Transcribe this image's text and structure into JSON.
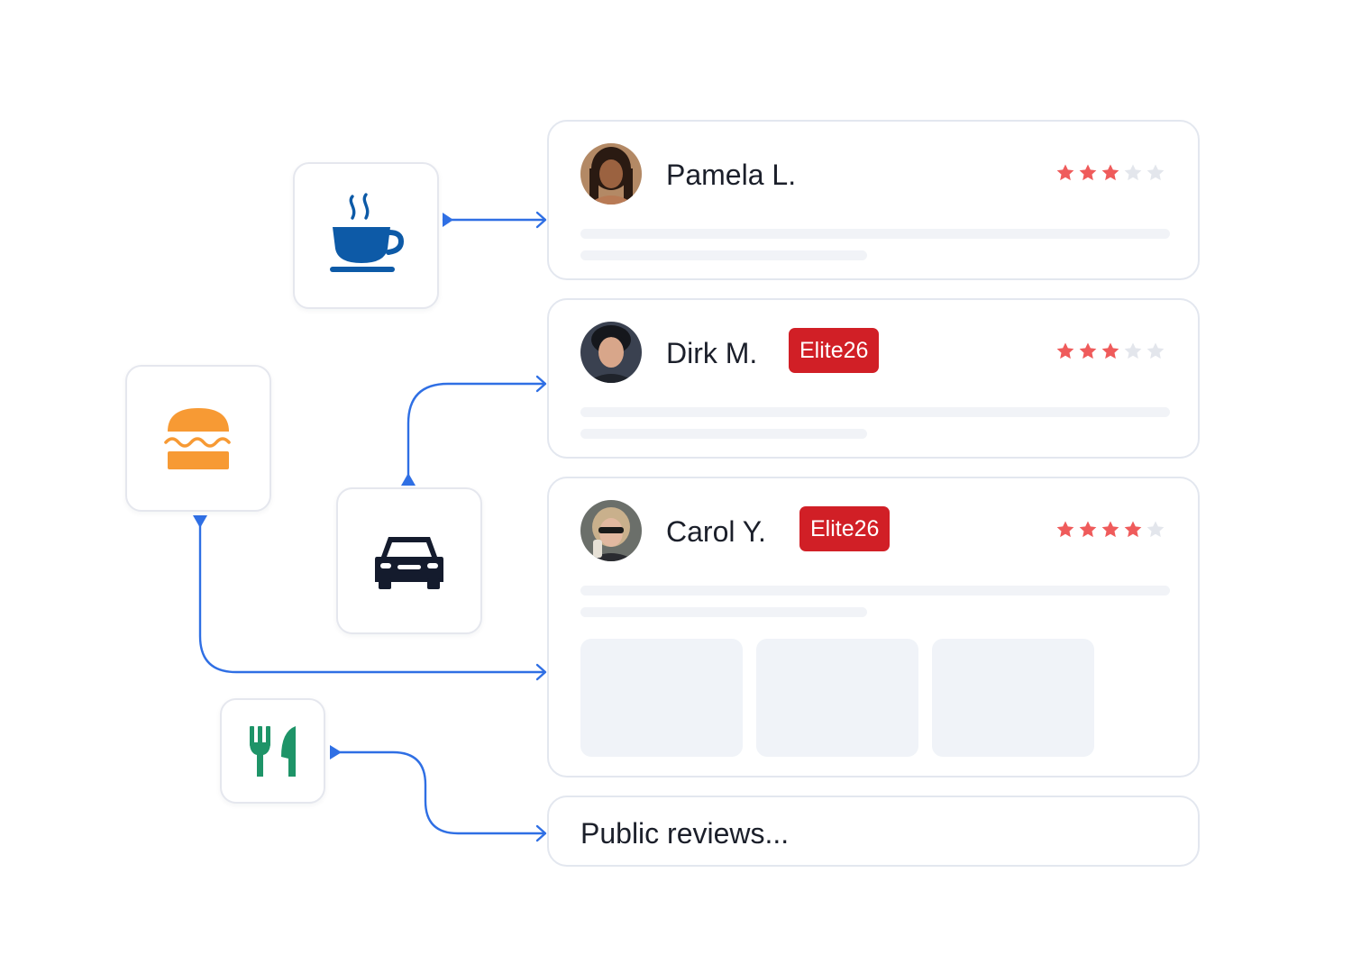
{
  "colors": {
    "connector": "#2f6fe4",
    "badge": "#d11f26",
    "star_filled": "#ef5b5b",
    "star_empty": "#e3e6ec",
    "coffee_icon": "#0d5aa7",
    "burger_icon": "#f79a34",
    "car_icon": "#141b2d",
    "utensils_icon": "#1e9468"
  },
  "category_icons": [
    {
      "icon": "coffee-cup-icon",
      "target": "review-card-pamela"
    },
    {
      "icon": "burger-icon",
      "target": "review-card-carol"
    },
    {
      "icon": "car-icon",
      "target": "review-card-dirk"
    },
    {
      "icon": "fork-knife-icon",
      "target": "public-reviews"
    }
  ],
  "reviews": [
    {
      "name": "Pamela L.",
      "badge": "",
      "rating": 3,
      "max_rating": 5,
      "avatar": "avatar-photo",
      "photo_placeholders": 0
    },
    {
      "name": "Dirk M.",
      "badge": "Elite26",
      "rating": 3,
      "max_rating": 5,
      "avatar": "avatar-photo",
      "photo_placeholders": 0
    },
    {
      "name": "Carol Y.",
      "badge": "Elite26",
      "rating": 4,
      "max_rating": 5,
      "avatar": "avatar-photo",
      "photo_placeholders": 3
    }
  ],
  "public_reviews": {
    "label": "Public reviews..."
  }
}
